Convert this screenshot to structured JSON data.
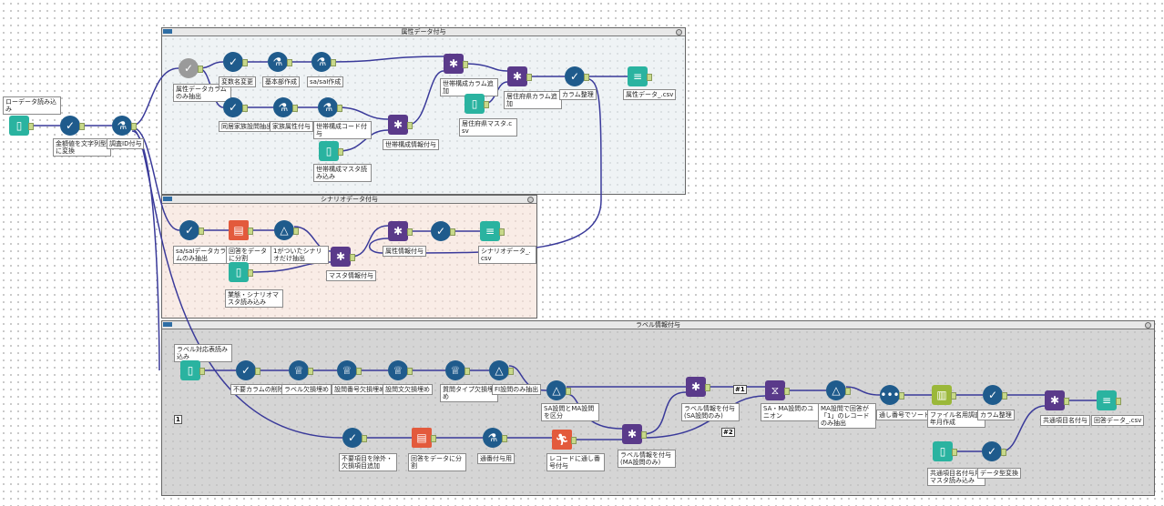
{
  "containers": {
    "attr": "属性データ付与",
    "scenario": "シナリオデータ付与",
    "label": "ラベル情報付与"
  },
  "nodes": {
    "raw_input": "ローデータ読み込み",
    "to_string": "金額値を文字列型に変換",
    "survey_id": "調査ID付与",
    "attr_cols": "属性データカラムのみ抽出",
    "rename": "変数名変更",
    "base": "基本部作成",
    "sa_sai": "sa/saI作成",
    "family_q": "同居家族設問抽出",
    "family_attr": "家族属性付与",
    "hh_code": "世帯構成コード付与",
    "hh_master": "世帯構成マスタ読み込み",
    "hh_info": "世帯構成情報付与",
    "hh_col": "世帯構成カラム追加",
    "pref_master": "居住府県マスタ.csv",
    "pref_col": "居住府県カラム追加",
    "col_tidy1": "カラム整理",
    "attr_out": "属性データ_.csv",
    "sa_cols": "sa/saIデータカラムのみ抽出",
    "split1": "回答をデータに分割",
    "scen_filter": "1がついたシナリオだけ抽出",
    "master_info": "マスタ情報付与",
    "biz_master": "業態・シナリオマスタ読み込み",
    "attr_info": "属性情報付与",
    "scen_out": "シナリオデータ_.csv",
    "label_input": "ラベル対応表読み込み",
    "drop_cols": "不要カラムの削除",
    "label_fill": "ラベル欠損埋め",
    "qno_fill": "設問番号欠損埋め",
    "qtext_fill": "設問文欠損埋め",
    "qtype_fill": "質問タイプ欠損埋め",
    "fi_only": "FI設問のみ抽出",
    "sa_ma": "SA設問とMA設問を区分",
    "label_sa": "ラベル情報を付与(SA設問のみ)",
    "label_ma": "ラベル情報を付与(MA設問のみ)",
    "union": "SA・MA設問のユニオン",
    "ma_one": "MA設問で回答が「1」のレコードのみ抽出",
    "sort": "通し番号でソート",
    "ym": "ファイル名用調査年月作成",
    "col_tidy2": "カラム整理",
    "common_name": "共通項目名付与",
    "ans_out": "回答データ_.csv",
    "common_master": "共通項目名付与用マスタ読み込み",
    "dtype": "データ型変換",
    "drop_items": "不要項目を除外・欠損項目追加",
    "split2": "回答をデータに分割",
    "serial": "通番付与用",
    "rid": "レコードに通し番号付与"
  },
  "wire_labels": {
    "w1": "1",
    "w2": "#1",
    "w3": "#2"
  },
  "colors": {
    "wire": "#3a3a9a",
    "wire_light": "#8a8ad8",
    "select": "#1f5b8c",
    "join": "#5a3a8a",
    "input": "#2ab3a0",
    "parse": "#e35a3c"
  }
}
